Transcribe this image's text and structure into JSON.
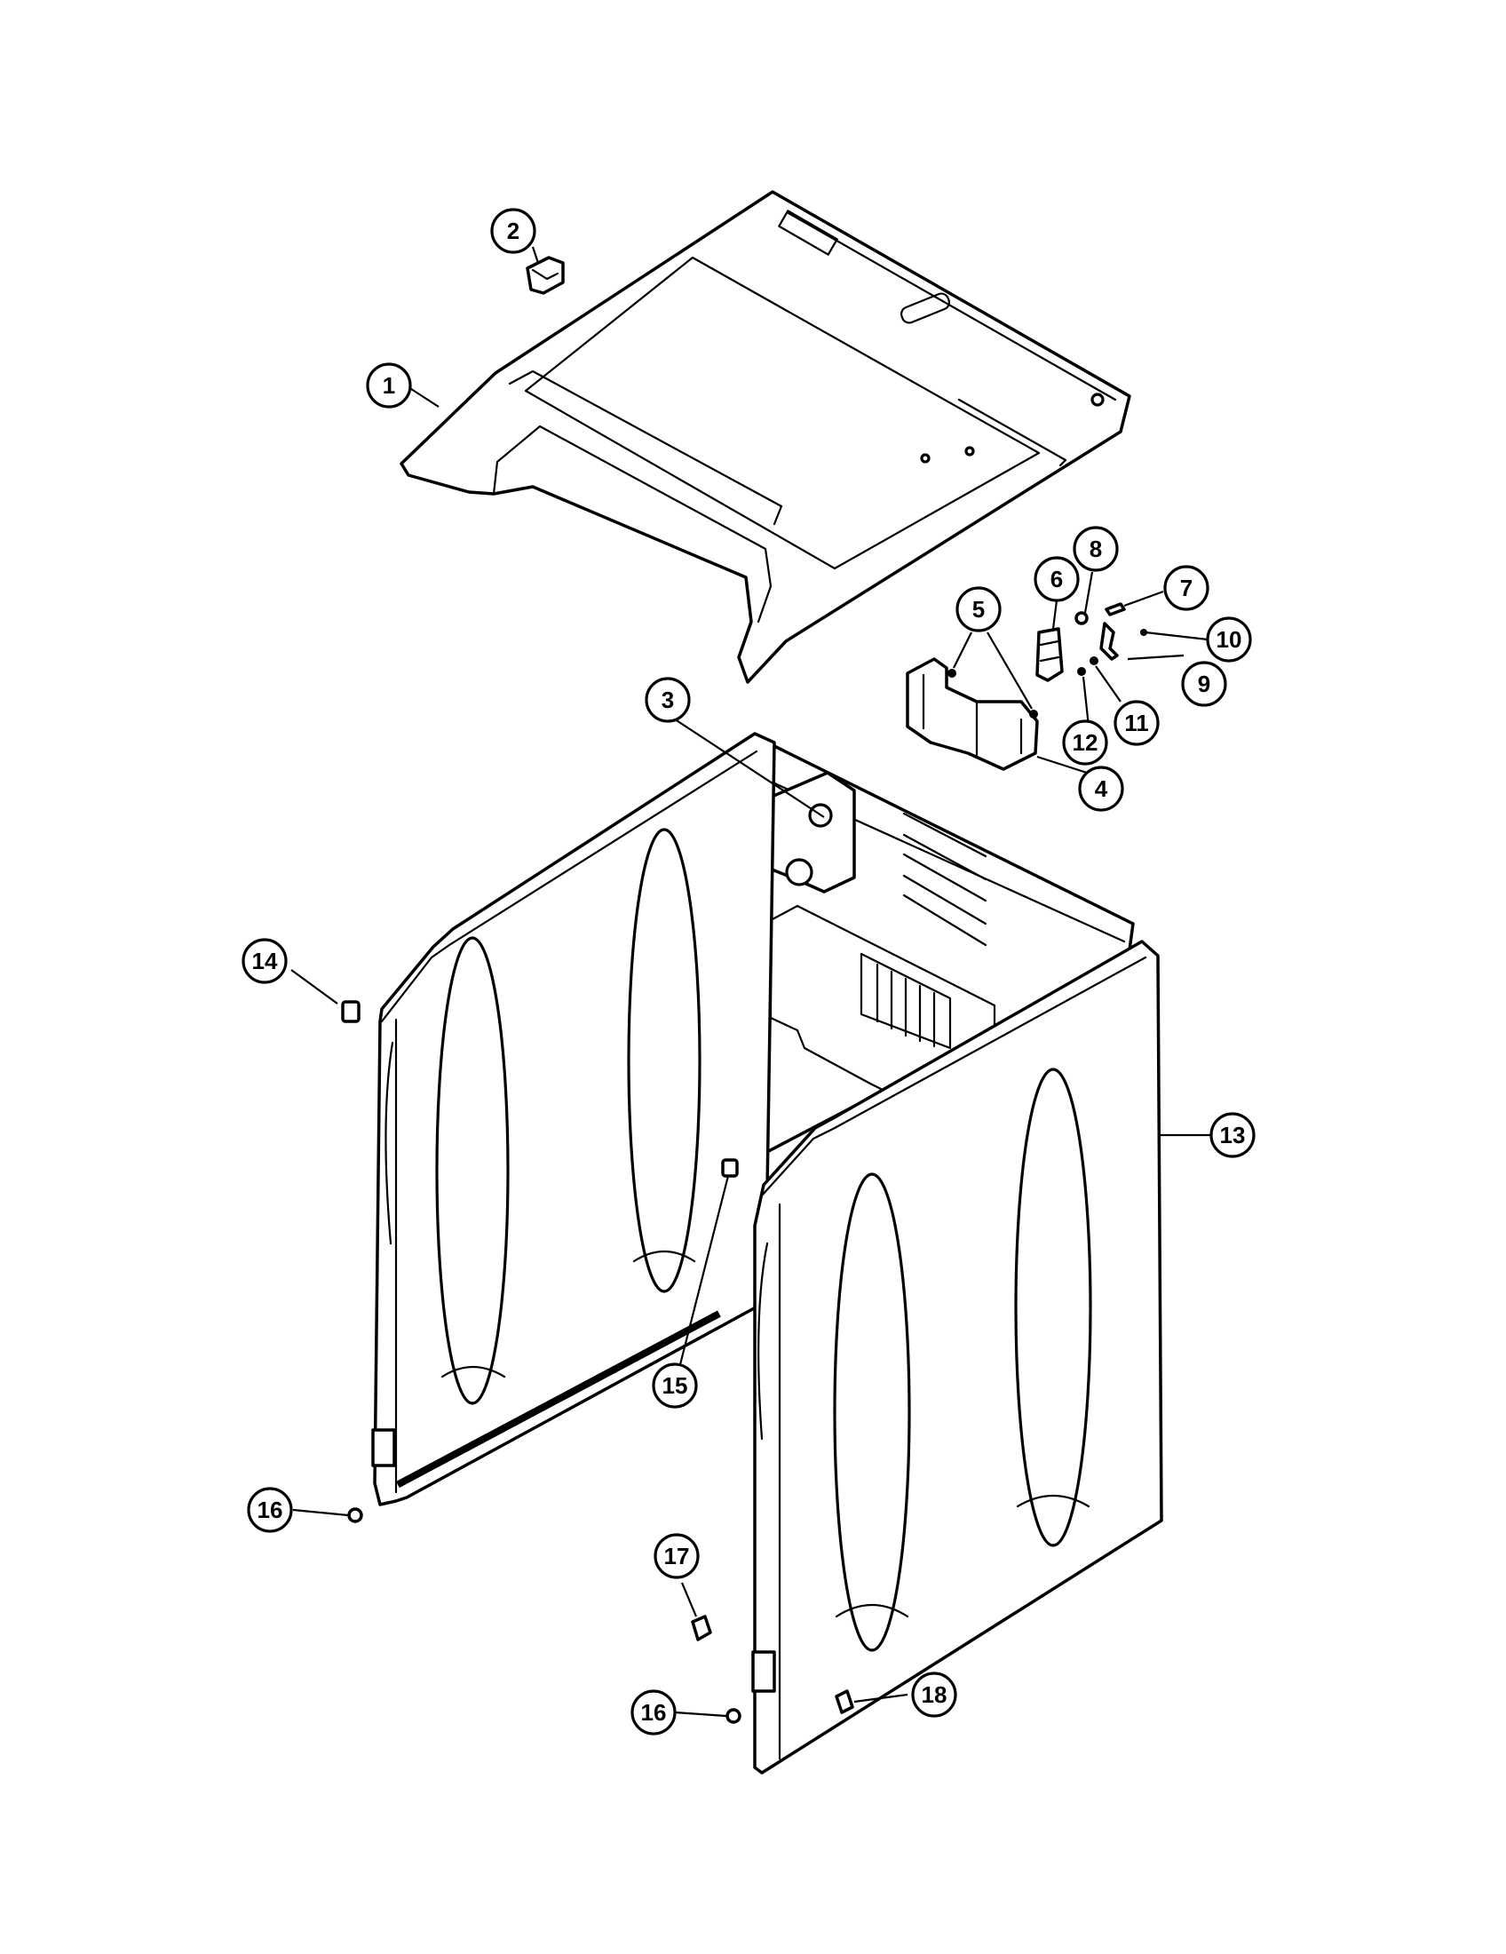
{
  "callouts": [
    {
      "id": "1",
      "label": "1"
    },
    {
      "id": "2",
      "label": "2"
    },
    {
      "id": "3",
      "label": "3"
    },
    {
      "id": "4",
      "label": "4"
    },
    {
      "id": "5",
      "label": "5"
    },
    {
      "id": "6",
      "label": "6"
    },
    {
      "id": "7",
      "label": "7"
    },
    {
      "id": "8",
      "label": "8"
    },
    {
      "id": "9",
      "label": "9"
    },
    {
      "id": "10",
      "label": "10"
    },
    {
      "id": "11",
      "label": "11"
    },
    {
      "id": "12",
      "label": "12"
    },
    {
      "id": "13",
      "label": "13"
    },
    {
      "id": "14",
      "label": "14"
    },
    {
      "id": "15",
      "label": "15"
    },
    {
      "id": "16a",
      "label": "16"
    },
    {
      "id": "17",
      "label": "17"
    },
    {
      "id": "16b",
      "label": "16"
    },
    {
      "id": "18",
      "label": "18"
    }
  ]
}
